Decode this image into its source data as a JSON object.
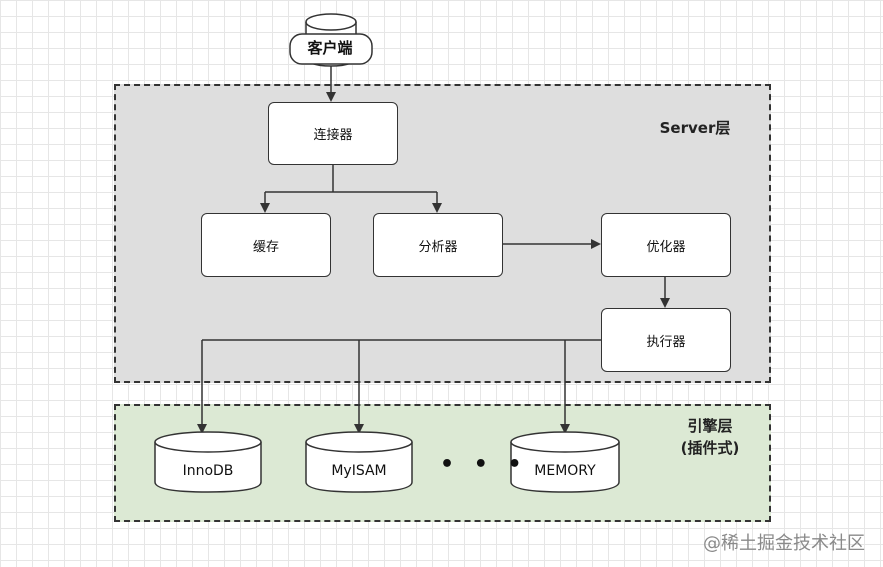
{
  "client": {
    "label": "客户端"
  },
  "server_layer": {
    "label": "Server层",
    "connector": "连接器",
    "cache": "缓存",
    "analyzer": "分析器",
    "optimizer": "优化器",
    "executor": "执行器"
  },
  "engine_layer": {
    "label_line1": "引擎层",
    "label_line2": "(插件式)",
    "engines": [
      "InnoDB",
      "MyISAM",
      "MEMORY"
    ],
    "ellipsis": "• • •"
  },
  "watermark": "@稀土掘金技术社区"
}
